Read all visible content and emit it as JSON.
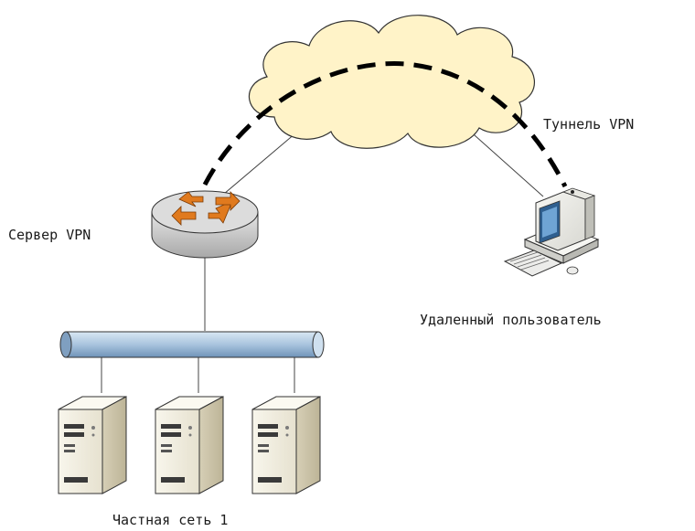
{
  "labels": {
    "tunnel": "Туннель VPN",
    "vpn_server": "Сервер VPN",
    "remote_user": "Удаленный пользователь",
    "private_network": "Частная сеть 1"
  },
  "colors": {
    "cloud_fill": "#fff3c8",
    "cloud_stroke": "#333333",
    "tunnel_stroke": "#000000",
    "bus_fill": "#a9c4de",
    "router_fill": "#c9c9c9",
    "router_arrows": "#e07a1e",
    "server_fill": "#f2efe3",
    "link_stroke": "#444444"
  },
  "icons": {
    "cloud": "cloud-icon",
    "router": "router-icon",
    "workstation": "workstation-icon",
    "server": "server-icon"
  }
}
